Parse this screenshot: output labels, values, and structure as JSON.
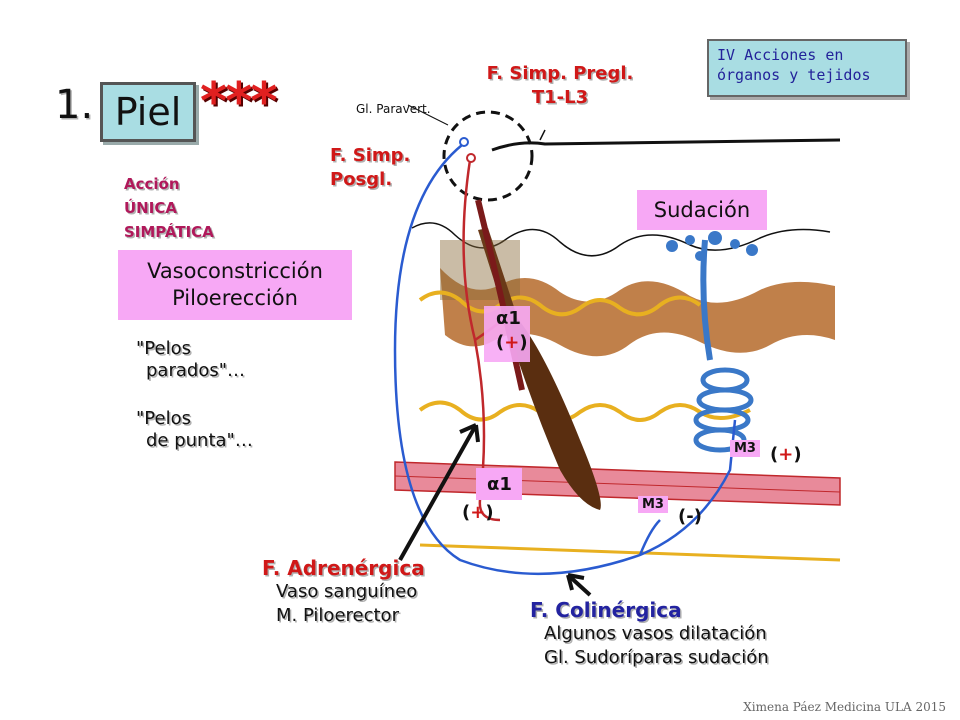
{
  "title": {
    "number": "1.",
    "label": "Piel",
    "stars": "***"
  },
  "left": {
    "accion_lines": [
      "Acción",
      "ÚNICA",
      "SIMPÁTICA"
    ],
    "box_lines": [
      "Vasoconstricción",
      "Piloerección"
    ],
    "quote1": [
      "\"Pelos",
      "parados\"…"
    ],
    "quote2": [
      "\"Pelos",
      "de punta\"…"
    ]
  },
  "top_labels": {
    "pregl": [
      "F. Simp. Pregl.",
      "T1-L3"
    ],
    "paravert": "Gl. Paravert.",
    "posgl": [
      "F. Simp.",
      "Posgl."
    ]
  },
  "info_box": [
    "IV Acciones en",
    "órganos y tejidos"
  ],
  "sudacion": "Sudación",
  "receptors": {
    "alpha1_upper": "α1",
    "alpha1_lower": "α1",
    "plus_upper": "(+)",
    "plus_lower": "(+)",
    "m3_upper": "M3",
    "m3_upper_sign": "(+)",
    "m3_lower": "M3",
    "m3_lower_sign": "(-)"
  },
  "adrenergica": {
    "title": "F. Adrenérgica",
    "lines": [
      "Vaso sanguíneo",
      "M. Piloerector"
    ]
  },
  "colinergica": {
    "title": "F. Colinérgica",
    "lines": [
      "Algunos vasos dilatación",
      "Gl. Sudoríparas sudación"
    ]
  },
  "credit": "Ximena Páez Medicina ULA 2015",
  "colors": {
    "pink": "#f7a8f5",
    "cyan": "#a9dde3",
    "red": "#d01818",
    "navy": "#2323a0",
    "nerve_blue": "#2a5bd0",
    "nerve_red": "#c0282c"
  }
}
